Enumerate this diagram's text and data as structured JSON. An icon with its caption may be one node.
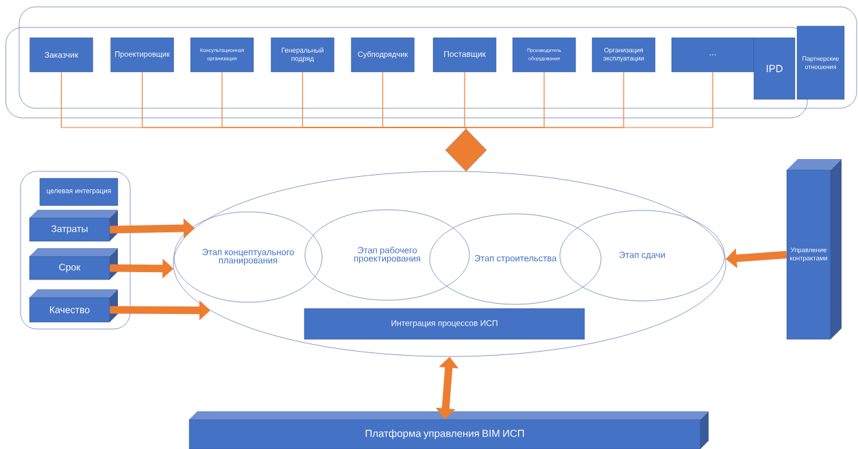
{
  "diagram": {
    "nodes": [
      {
        "text": [],
        "shape": "box"
      },
      {
        "text": [],
        "shape": "box"
      },
      {
        "text": [
          "Заказчик"
        ],
        "in": 1
      },
      {
        "text": [
          "Проектировщик"
        ],
        "in": 1
      },
      {
        "text": [
          "Консультационная организация"
        ],
        "in": 1
      },
      {
        "text": [
          "Генеральный подряд"
        ],
        "in": 1
      },
      {
        "text": [
          "Субподрядчик"
        ],
        "in": 1
      },
      {
        "text": [
          "Поставщик"
        ],
        "in": 1
      },
      {
        "text": [
          "Производитель оборудования"
        ],
        "in": 1
      },
      {
        "text": [
          "Организация эксплуатации"
        ],
        "in": 1
      },
      {
        "text": [
          "…"
        ],
        "in": 1
      },
      {
        "text": [
          "IPD"
        ],
        "in": 1
      },
      {
        "text": [
          "Партнерские отношения"
        ],
        "in": 0
      },
      {
        "text": [],
        "shape": "diamond"
      },
      {
        "text": [],
        "shape": "box"
      },
      {
        "text": [
          "целевая интеграция"
        ],
        "in": 14
      },
      {
        "text": [
          "Затраты"
        ],
        "in": 14
      },
      {
        "text": [
          "Срок"
        ],
        "in": 14
      },
      {
        "text": [
          "Качество"
        ],
        "in": 14
      },
      {
        "text": [],
        "shape": "ellipse"
      },
      {
        "text": [
          "Этап концептуального планирования"
        ],
        "in": 19
      },
      {
        "text": [
          "Этап рабочего проектирования"
        ],
        "in": 19
      },
      {
        "text": [
          "Этап строительства"
        ],
        "in": 19
      },
      {
        "text": [
          "Этап сдачи"
        ],
        "in": 19
      },
      {
        "text": [
          "Интеграция процессов ИСП"
        ],
        "in": 19
      },
      {
        "text": [
          "Управление контрактами"
        ]
      },
      {
        "text": [
          "Платформа управления BIM ИСП"
        ]
      }
    ],
    "edges": [
      {
        "from": 2,
        "to": 13,
        "arrow": "none"
      },
      {
        "from": 3,
        "to": 13,
        "arrow": "none"
      },
      {
        "from": 4,
        "to": 13,
        "arrow": "none"
      },
      {
        "from": 5,
        "to": 13,
        "arrow": "none"
      },
      {
        "from": 6,
        "to": 13,
        "arrow": "none"
      },
      {
        "from": 7,
        "to": 13,
        "arrow": "none"
      },
      {
        "from": 8,
        "to": 13,
        "arrow": "none"
      },
      {
        "from": 9,
        "to": 13,
        "arrow": "none"
      },
      {
        "from": 10,
        "to": 13,
        "arrow": "none"
      },
      {
        "from": 16,
        "to": 19,
        "arrow": "to",
        "style": "thick"
      },
      {
        "from": 17,
        "to": 19,
        "arrow": "to",
        "style": "thick"
      },
      {
        "from": 18,
        "to": 19,
        "arrow": "to",
        "style": "thick"
      },
      {
        "from": 25,
        "to": 19,
        "arrow": "to",
        "style": "thick"
      },
      {
        "from": 19,
        "to": 26,
        "arrow": "both",
        "style": "thick"
      }
    ]
  }
}
